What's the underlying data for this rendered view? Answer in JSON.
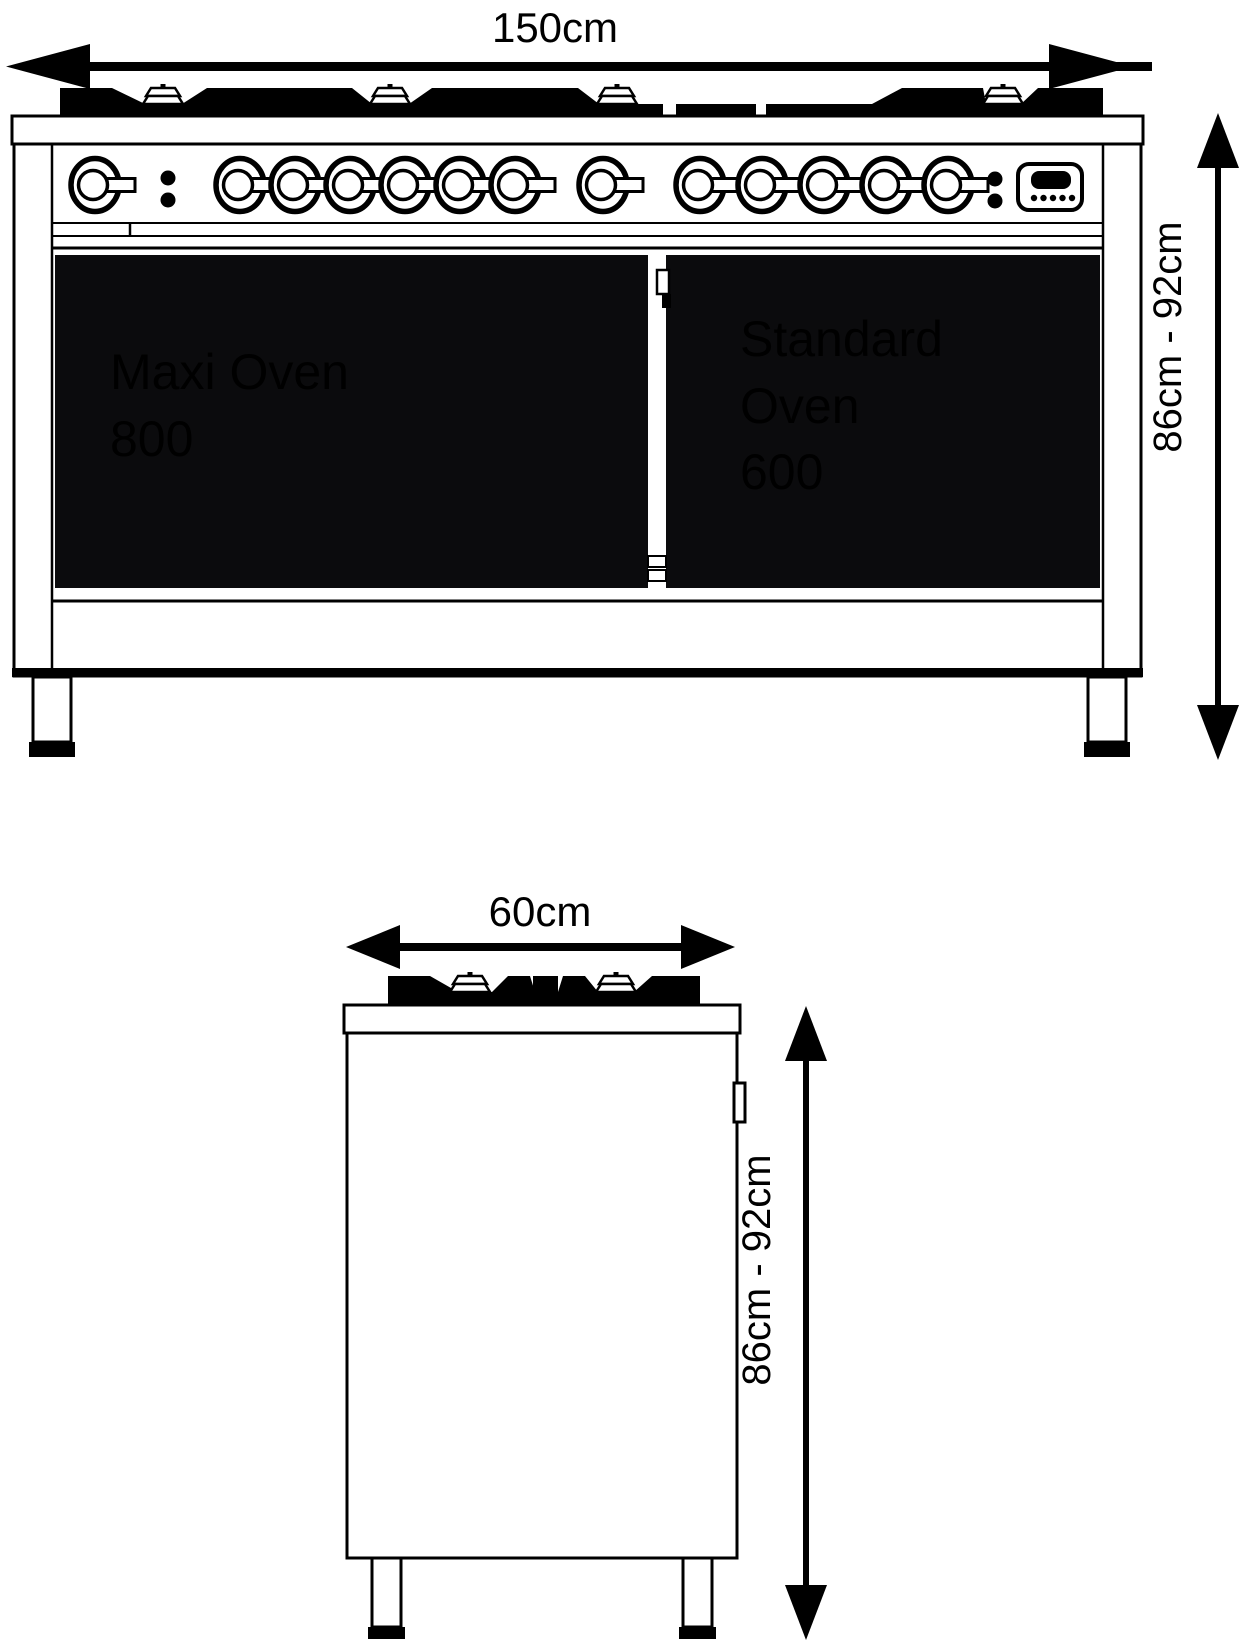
{
  "diagram": {
    "front_view": {
      "width_label": "150cm",
      "height_label": "86cm - 92cm",
      "maxi_oven": {
        "line1": "Maxi Oven",
        "line2": "800"
      },
      "standard_oven": {
        "line1": "Standard",
        "line2": "Oven",
        "line3": "600"
      }
    },
    "side_view": {
      "depth_label": "60cm",
      "height_label": "86cm - 92cm"
    },
    "colors": {
      "ink": "#000000",
      "paper": "#ffffff",
      "door_fill": "#0b0b0d",
      "door_text": "#ffffff"
    }
  }
}
